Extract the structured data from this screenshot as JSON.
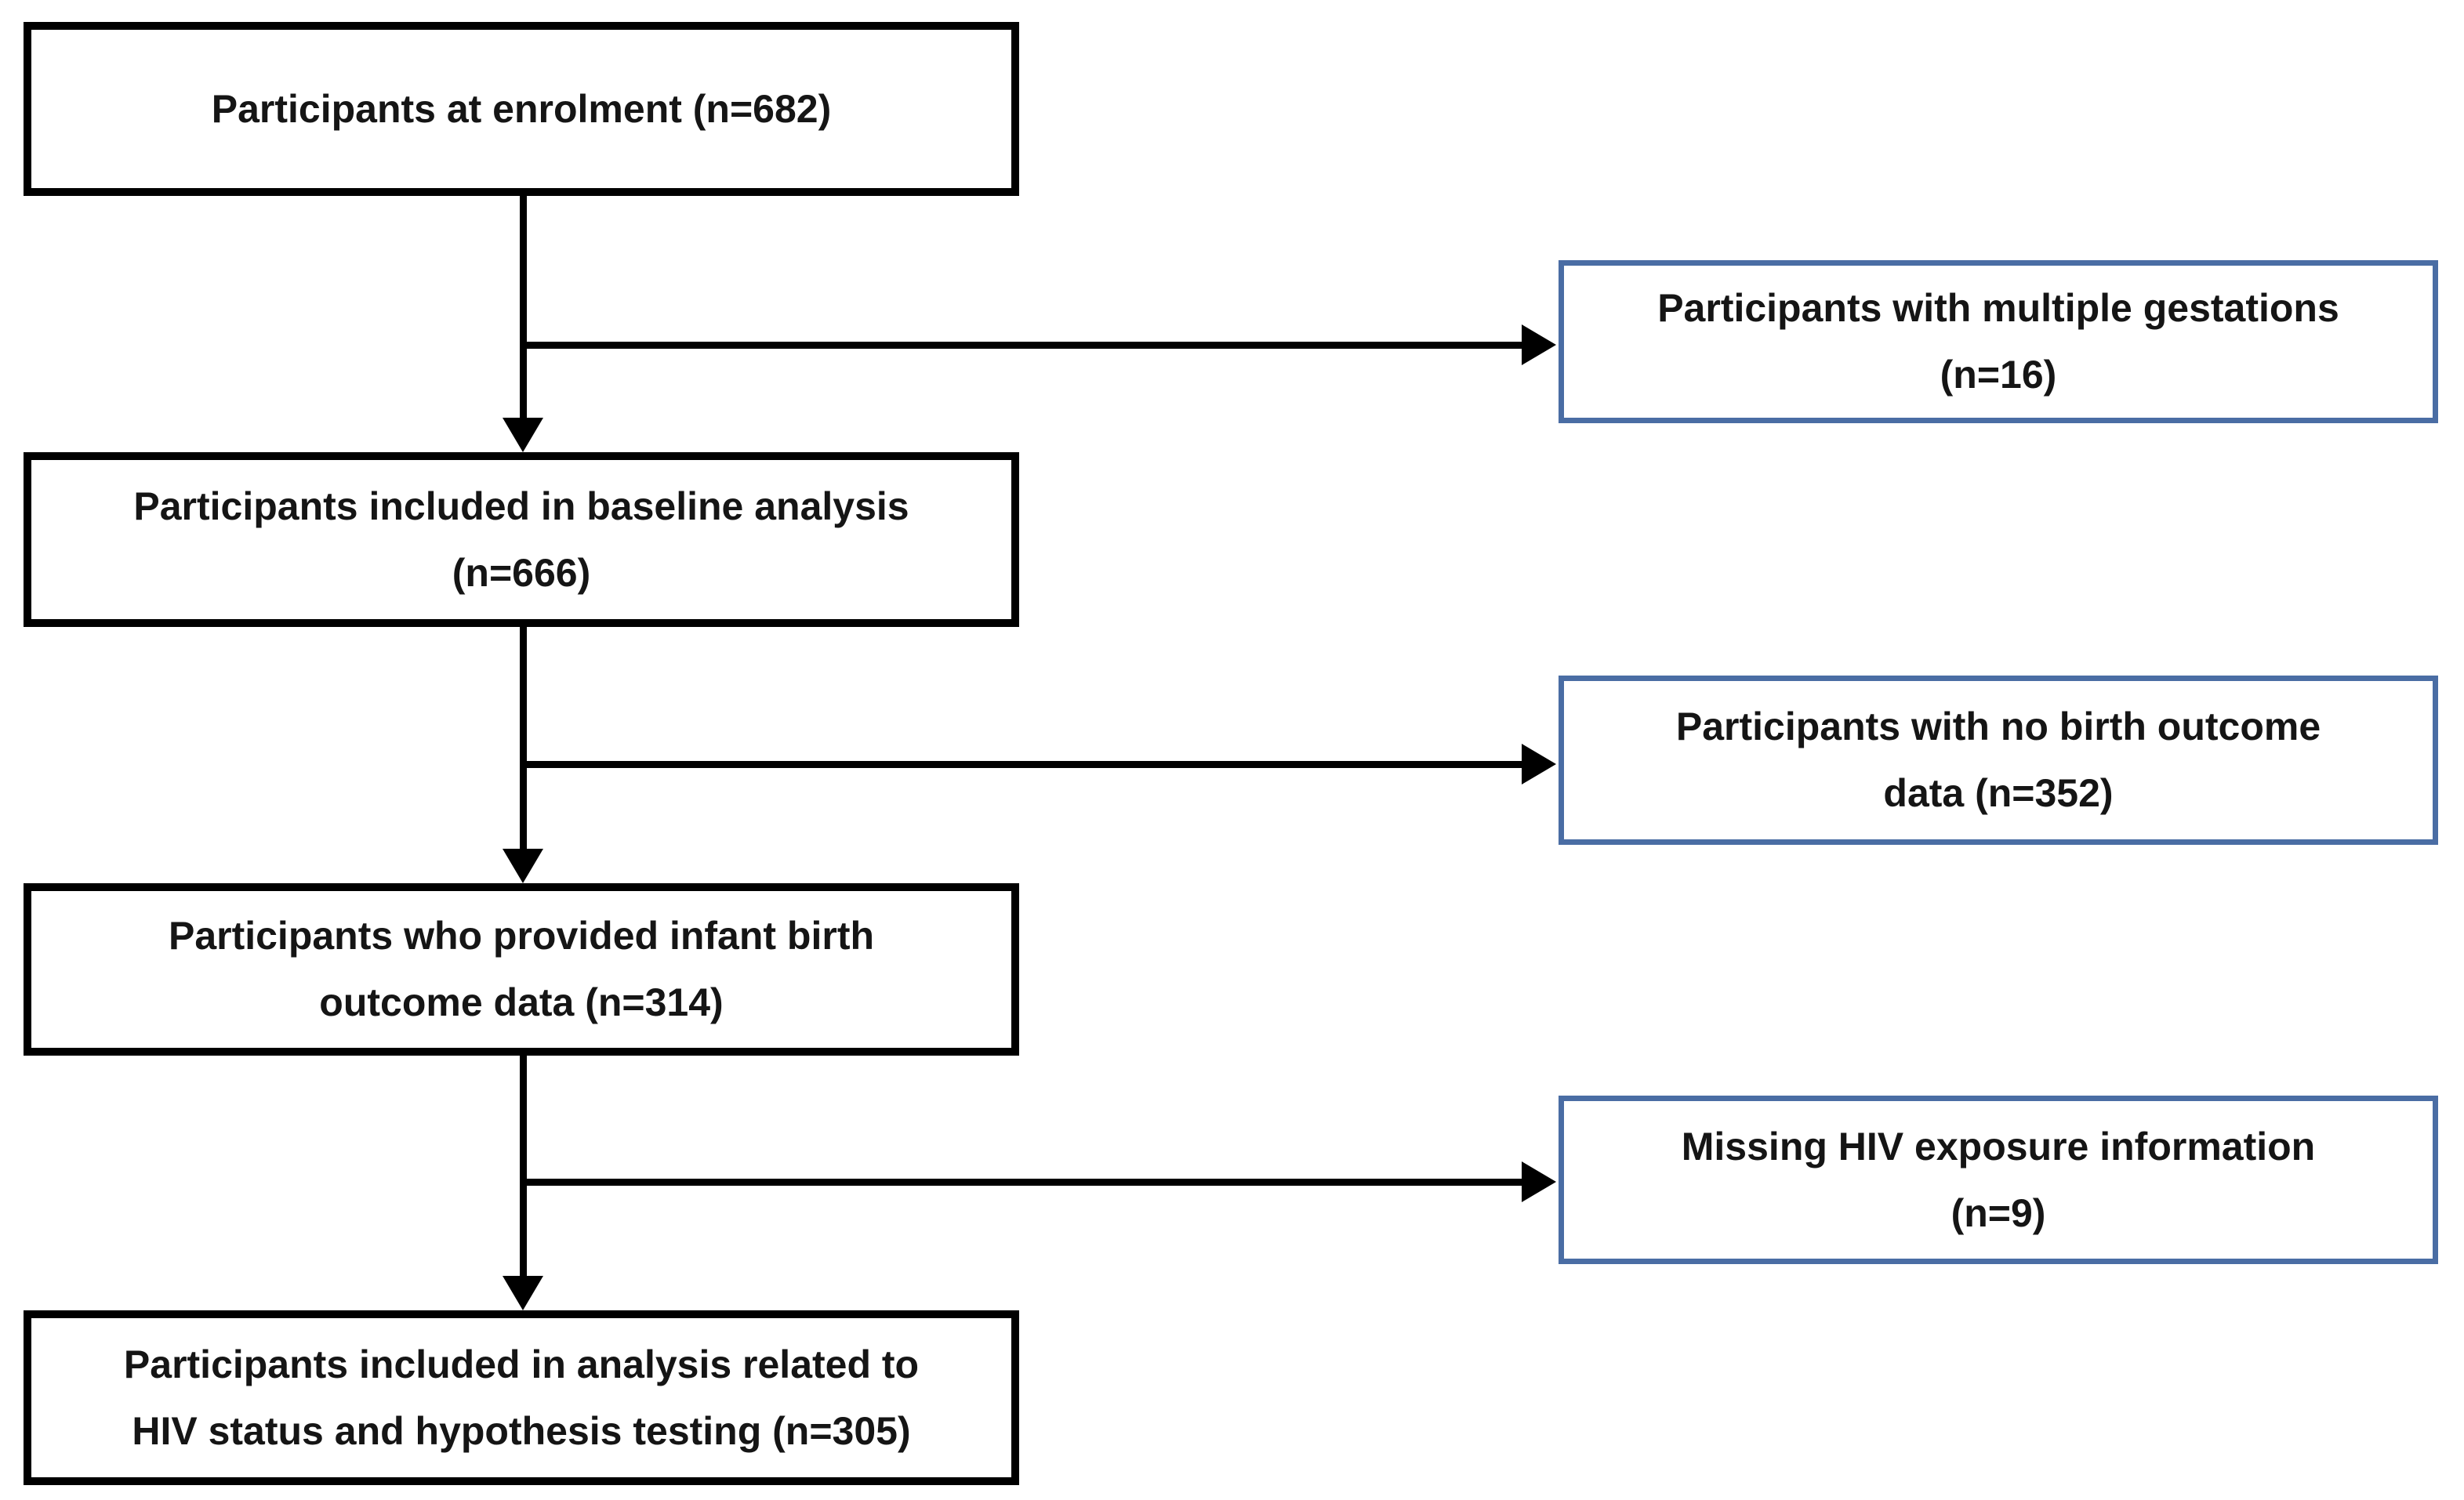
{
  "flowchart": {
    "main_path": [
      {
        "id": "enrolment",
        "lines": [
          "Participants at enrolment (n=682)"
        ],
        "n": 682
      },
      {
        "id": "baseline-analysis",
        "lines": [
          "Participants included in baseline analysis",
          "(n=666)"
        ],
        "n": 666
      },
      {
        "id": "infant-birth-outcome",
        "lines": [
          "Participants who provided infant birth",
          "outcome data (n=314)"
        ],
        "n": 314
      },
      {
        "id": "hiv-status-analysis",
        "lines": [
          "Participants included in analysis related to",
          "HIV status and hypothesis testing (n=305)"
        ],
        "n": 305
      }
    ],
    "exclusions": [
      {
        "id": "multiple-gestations",
        "lines": [
          "Participants with multiple gestations",
          "(n=16)"
        ],
        "n": 16
      },
      {
        "id": "no-birth-outcome-data",
        "lines": [
          "Participants with no birth outcome",
          "data (n=352)"
        ],
        "n": 352
      },
      {
        "id": "missing-hiv-exposure",
        "lines": [
          "Missing HIV exposure information",
          "(n=9)"
        ],
        "n": 9
      }
    ],
    "colors": {
      "main_box_border": "#000000",
      "exclusion_box_border": "#4a6da4",
      "arrow": "#000000",
      "text": "#151515",
      "background": "#ffffff"
    }
  }
}
